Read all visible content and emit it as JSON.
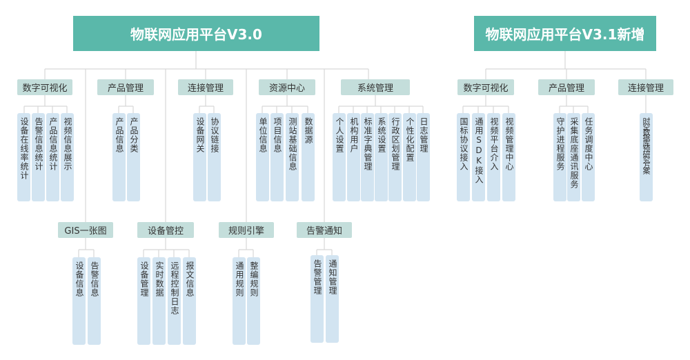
{
  "v30": {
    "title": "物联网应用平台V3.0",
    "categories": [
      {
        "label": "数字可视化",
        "items": [
          "设备在线率统计",
          "告警信息统计",
          "产品信息统计",
          "视频信息展示"
        ]
      },
      {
        "label": "产品管理",
        "items": [
          "产品信息",
          "产品分类"
        ]
      },
      {
        "label": "连接管理",
        "items": [
          "设备网关",
          "协议链接"
        ]
      },
      {
        "label": "资源中心",
        "items": [
          "单位信息",
          "项目信息",
          "测站基础信息",
          "数据源"
        ]
      },
      {
        "label": "系统管理",
        "items": [
          "个人设置",
          "机构用户",
          "标准字典管理",
          "系统设置",
          "行政区划管理",
          "个性化配置",
          "日志管理"
        ]
      },
      {
        "label": "GIS一张图",
        "items": [
          "设备信息",
          "告警信息"
        ]
      },
      {
        "label": "设备管控",
        "items": [
          "设备管理",
          "实时数据",
          "远程控制日志",
          "报文信息"
        ]
      },
      {
        "label": "规则引擎",
        "items": [
          "通用规则",
          "整编规则"
        ]
      },
      {
        "label": "告警通知",
        "items": [
          "告警管理",
          "通知管理"
        ]
      }
    ]
  },
  "v31": {
    "title": "物联网应用平台V3.1新增",
    "categories": [
      {
        "label": "数字可视化",
        "items": [
          "国标协议接入",
          "通用SDK接入",
          "视频平台介入",
          "视频管理中心"
        ]
      },
      {
        "label": "产品管理",
        "items": [
          "守护进程服务",
          "采集底座通讯服务",
          "任务调度中心"
        ]
      },
      {
        "label": "连接管理",
        "items": [
          "时空数据库预研究方案"
        ]
      }
    ]
  }
}
